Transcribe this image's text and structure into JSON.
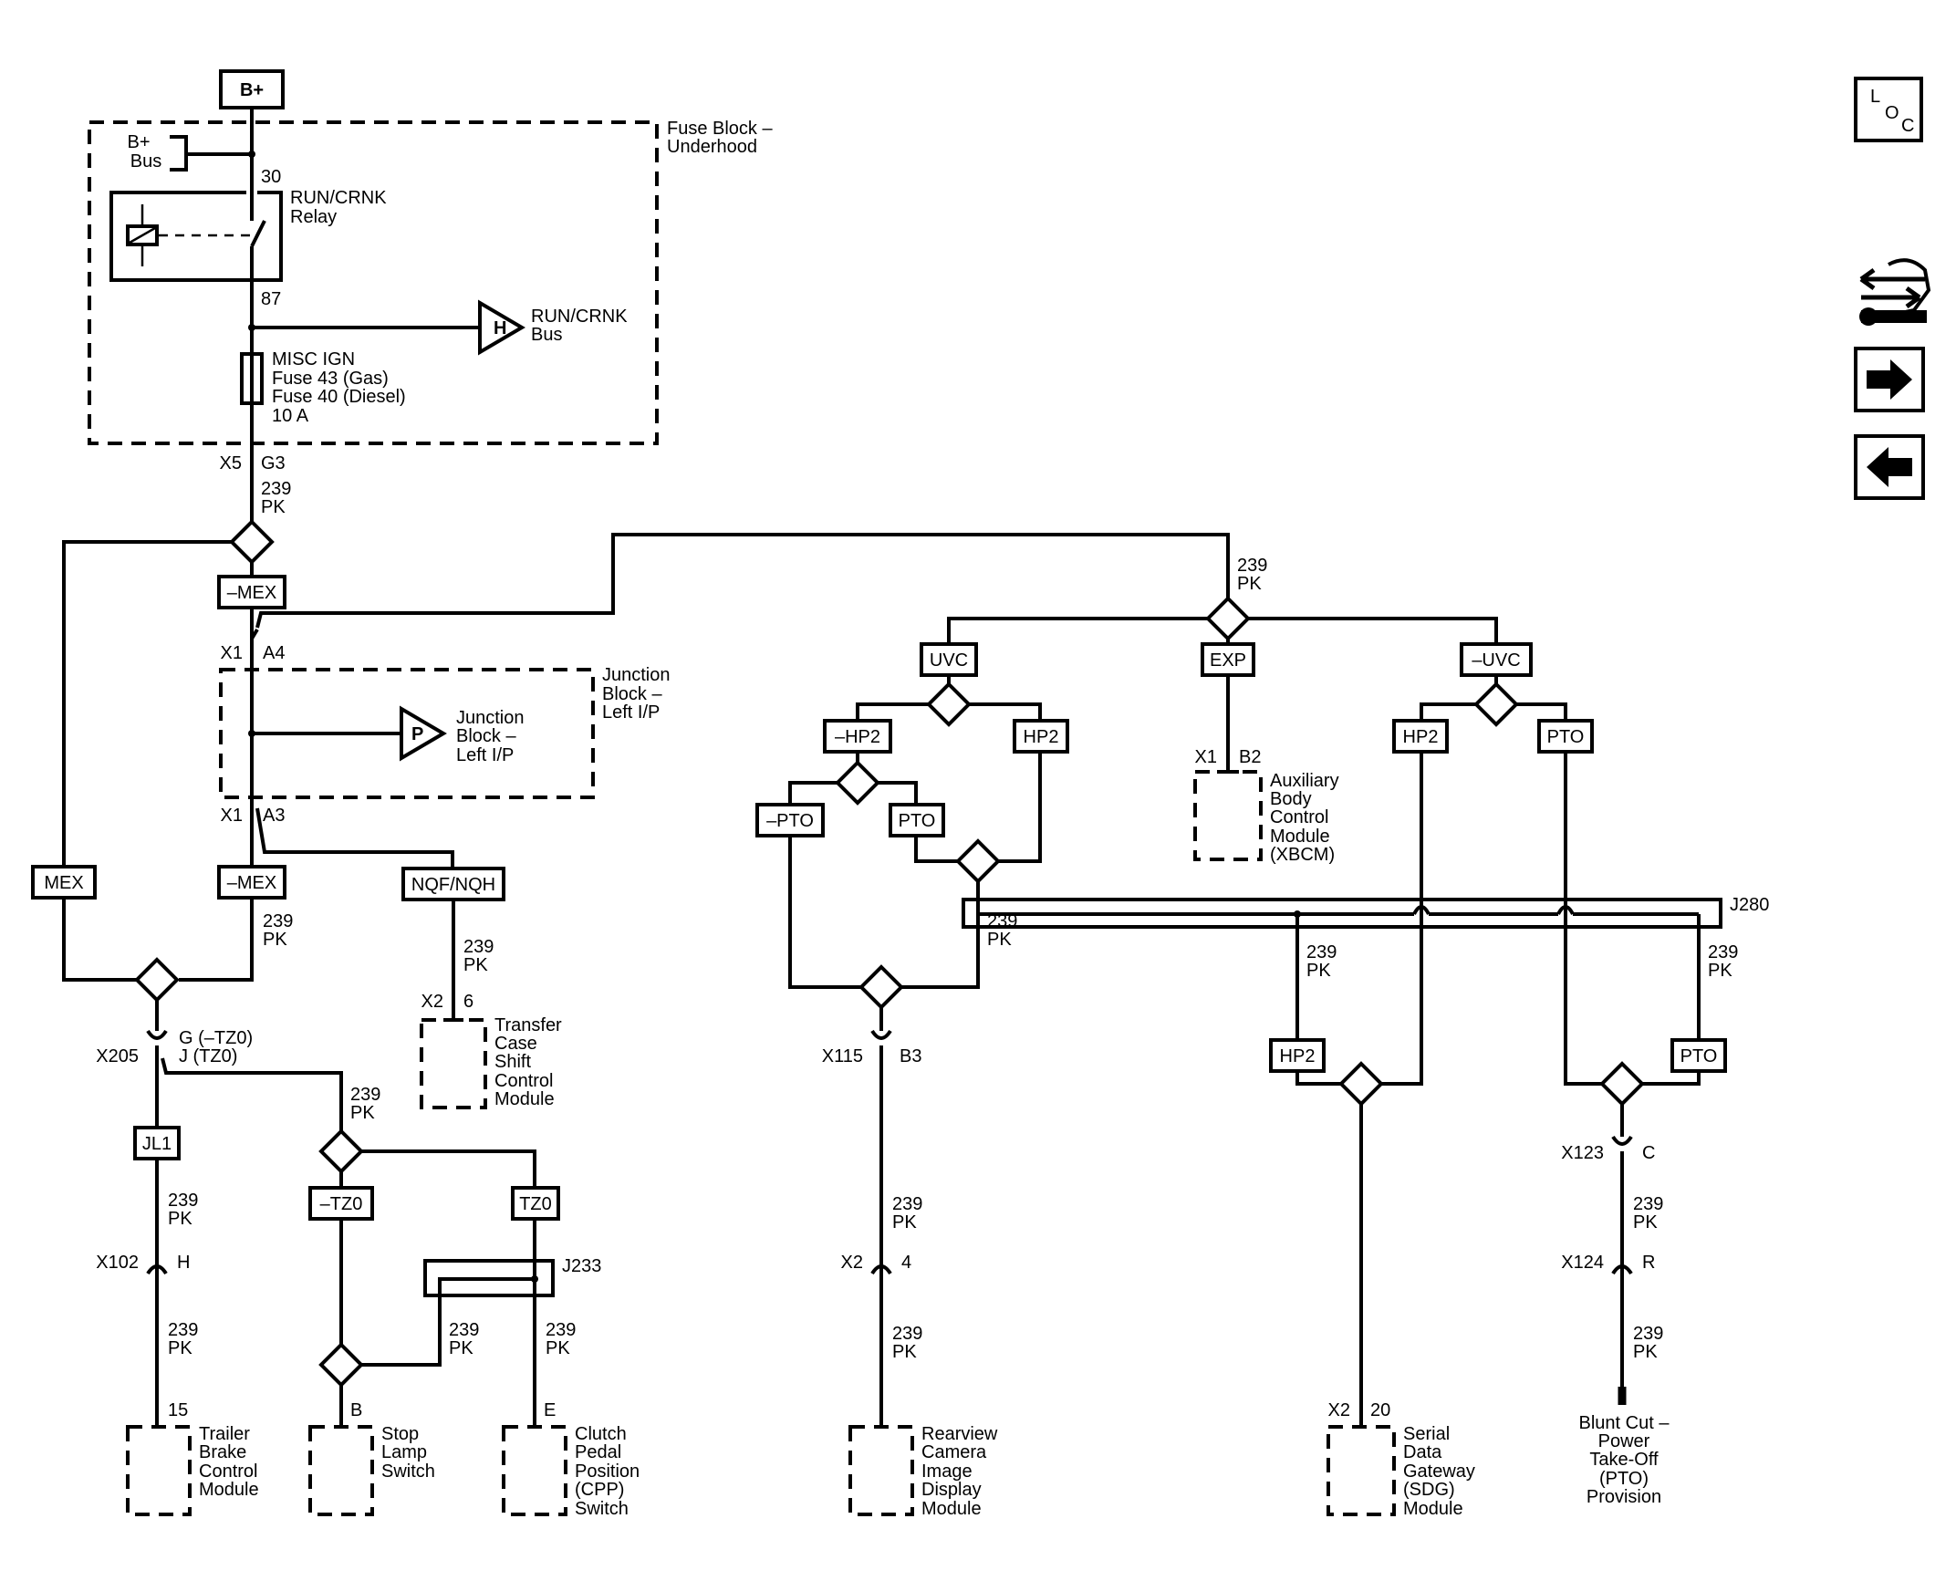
{
  "power": {
    "b_plus": "B+",
    "b_plus_bus": [
      "B+",
      "Bus"
    ]
  },
  "fuse_block_underhood": {
    "title": [
      "Fuse Block –",
      "Underhood"
    ],
    "pin_30": "30",
    "pin_87": "87",
    "relay": [
      "RUN/CRNK",
      "Relay"
    ],
    "bus_flag": "H",
    "bus_label": [
      "RUN/CRNK",
      "Bus"
    ],
    "fuse": [
      "MISC IGN",
      "Fuse 43 (Gas)",
      "Fuse 40 (Diesel)",
      "10 A"
    ],
    "connector": "X5",
    "pin": "G3"
  },
  "wire": {
    "circuit": "239",
    "color": "PK"
  },
  "options": {
    "mex_neg": "–MEX",
    "mex": "MEX",
    "nqf": "NQF/NQH",
    "uvc": "UVC",
    "uvc_neg": "–UVC",
    "exp": "EXP",
    "hp2": "HP2",
    "hp2_neg": "–HP2",
    "pto": "PTO",
    "pto_neg": "–PTO",
    "jl1": "JL1",
    "tz0": "TZ0",
    "tz0_neg": "–TZ0"
  },
  "junction_block": {
    "title": [
      "Junction",
      "Block –",
      "Left I/P"
    ],
    "flag": "P",
    "flag_label": [
      "Junction",
      "Block –",
      "Left I/P"
    ],
    "x1": "X1",
    "pin_a4": "A4",
    "pin_a3": "A3"
  },
  "connectors": {
    "x205": "X205",
    "x205_pins": [
      "G (–TZ0)",
      "J (TZ0)"
    ],
    "x102": "X102",
    "x102_pin": "H",
    "x115": "X115",
    "x115_pin": "B3",
    "x2": "X2",
    "x2_pin": "4",
    "x123": "X123",
    "x123_pin": "C",
    "x124": "X124",
    "x124_pin": "R",
    "j233": "J233",
    "j280": "J280"
  },
  "modules": {
    "transfer_case": {
      "connector": "X2",
      "pin": "6",
      "label": [
        "Transfer",
        "Case",
        "Shift",
        "Control",
        "Module"
      ]
    },
    "xbcm": {
      "connector": "X1",
      "pin": "B2",
      "label": [
        "Auxiliary",
        "Body",
        "Control",
        "Module",
        "(XBCM)"
      ]
    },
    "trailer_brake": {
      "pin": "15",
      "label": [
        "Trailer",
        "Brake",
        "Control",
        "Module"
      ]
    },
    "stop_lamp": {
      "pin": "B",
      "label": [
        "Stop",
        "Lamp",
        "Switch"
      ]
    },
    "cpp": {
      "pin": "E",
      "label": [
        "Clutch",
        "Pedal",
        "Position",
        "(CPP)",
        "Switch"
      ]
    },
    "rearview": {
      "label": [
        "Rearview",
        "Camera",
        "Image",
        "Display",
        "Module"
      ]
    },
    "sdg": {
      "connector": "X2",
      "pin": "20",
      "label": [
        "Serial",
        "Data",
        "Gateway",
        "(SDG)",
        "Module"
      ]
    },
    "blunt_cut": {
      "label": [
        "Blunt Cut –",
        "Power",
        "Take-Off",
        "(PTO)",
        "Provision"
      ]
    }
  },
  "nav": {
    "loc": [
      "L",
      "O",
      "C"
    ],
    "icons": [
      "component-locator-icon",
      "arrow-right-icon",
      "arrow-left-icon"
    ]
  }
}
